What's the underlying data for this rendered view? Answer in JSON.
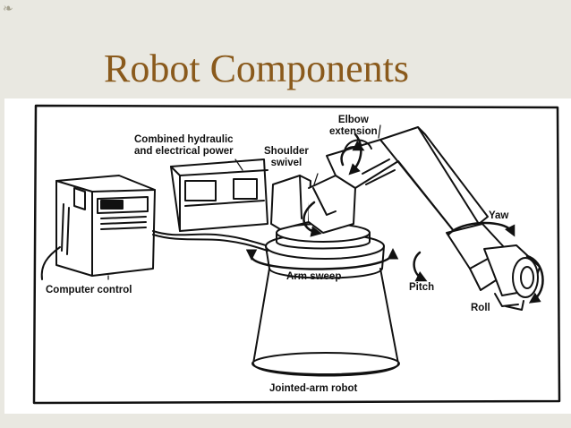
{
  "slide": {
    "title": "Robot Components",
    "corner_icon": "corner-ornament"
  },
  "diagram": {
    "caption": "Jointed-arm robot",
    "labels": {
      "computer_control": "Computer control",
      "power": "Combined hydraulic\nand electrical power",
      "shoulder_swivel": "Shoulder\nswivel",
      "elbow_extension": "Elbow\nextension",
      "yaw": "Yaw",
      "arm_sweep": "Arm sweep",
      "pitch": "Pitch",
      "roll": "Roll"
    }
  },
  "colors": {
    "title": "#8a5a1c",
    "background": "#e9e8e1",
    "figure_bg": "#ffffff",
    "ink": "#111111"
  }
}
